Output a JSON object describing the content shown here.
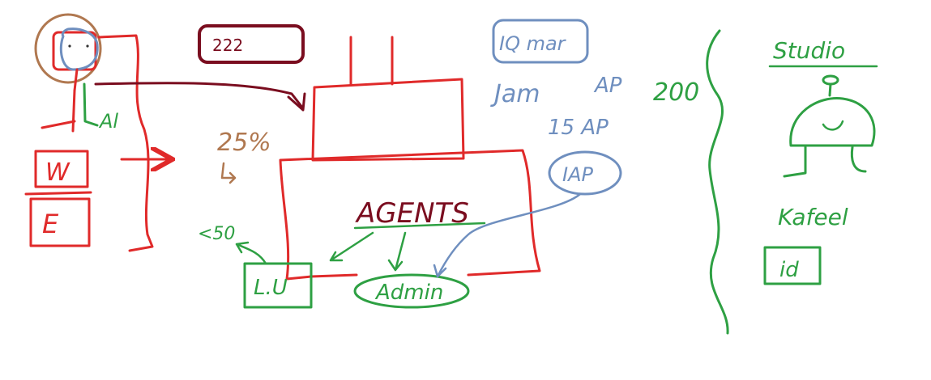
{
  "colors": {
    "red": "#e02a2a",
    "dark_red": "#7a0d1f",
    "green": "#2ea043",
    "blue": "#6f8fbf",
    "brown": "#b07850"
  },
  "labels": {
    "counter_box": "222",
    "percent": "25%",
    "al": "Al",
    "w_box": "W",
    "e_box": "E",
    "agents": "AGENTS",
    "lu_box": "L.U",
    "admin": "Admin",
    "lu_count": "<50",
    "iq_box": "IQ mar",
    "jam": "Jam",
    "ap1": "AP",
    "ap2": "15 AP",
    "iap": "IAP",
    "two_hundred": "200",
    "studio": "Studio",
    "kafeel": "Kafeel",
    "id_box": "id"
  }
}
